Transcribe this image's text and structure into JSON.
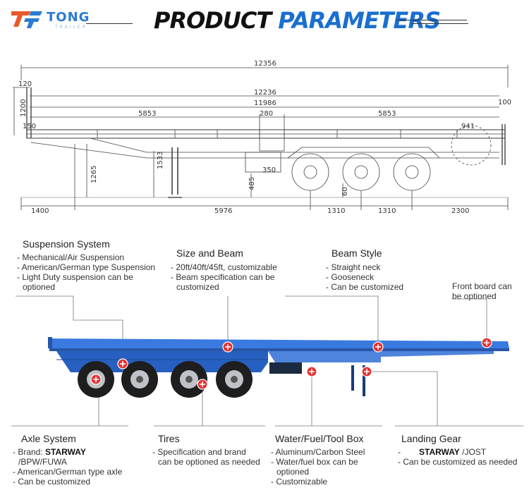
{
  "header": {
    "logo_text": "TONG",
    "logo_sub": "TRAILER",
    "title_word1": "PRODUCT",
    "title_word2": "PARAMETERS"
  },
  "drawing": {
    "dims": {
      "overall_length": "12356",
      "front_offset": "120",
      "deck_length": "12236",
      "inner_length": "11986",
      "rear_overhang": "100",
      "height": "1200",
      "left_section": "5853",
      "center_section": "280",
      "right_section": "5853",
      "rear_radius": "941",
      "deck_thickness": "150",
      "kingpin_height": "1265",
      "landing_height": "1533",
      "beam_depth": "485",
      "mid_gap": "350",
      "tire_clear": "60",
      "kingpin_setback": "1400",
      "axle_to_leg": "5976",
      "axle_spacing_1": "1310",
      "axle_spacing_2": "1310",
      "rear_end": "2300"
    }
  },
  "features": {
    "suspension": {
      "title": "Suspension System",
      "items": [
        "- Mechanical/Air Suspension",
        "- American/German type Suspension",
        "- Light Duty suspension can be",
        "  optioned"
      ]
    },
    "size": {
      "title": "Size and Beam",
      "items": [
        "- 20ft/40ft/45ft, customizable",
        "- Beam specification can be",
        "  customized"
      ]
    },
    "beam": {
      "title": "Beam Style",
      "items": [
        "- Straight neck",
        "- Gooseneck",
        "- Can be customized"
      ]
    },
    "front": {
      "items": [
        "Front board can",
        "be optioned"
      ]
    },
    "axle": {
      "title": "Axle System",
      "brand_prefix": "- Brand: ",
      "brand": "STARWAY",
      "items": [
        "/BPW/FUWA",
        "- American/German type axle",
        "- Can be customized"
      ]
    },
    "tires": {
      "title": "Tires",
      "items": [
        "- Specification and brand",
        "  can be optioned as needed"
      ]
    },
    "box": {
      "title": "Water/Fuel/Tool Box",
      "items": [
        "- Aluminum/Carbon Steel",
        "- Water/fuel box can be",
        "  optioned",
        "- Customizable"
      ]
    },
    "landing": {
      "title": "Landing Gear",
      "prefix": "-",
      "brand": "STARWAY",
      "brand_suffix": " /JOST",
      "items": [
        "- Can be customized as needed"
      ]
    }
  },
  "colors": {
    "trailer_blue": "#2f6fd6",
    "marker_red": "#e63030",
    "title_blue": "#1a6fd0"
  }
}
